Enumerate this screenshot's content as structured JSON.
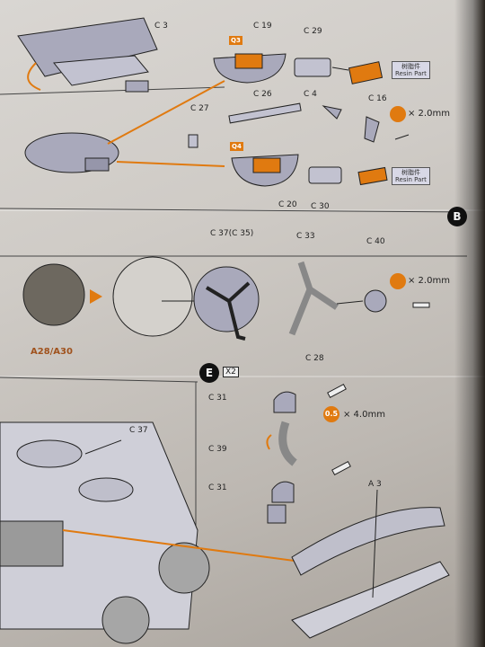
{
  "labels": {
    "c3": "C 3",
    "c19": "C 19",
    "c29": "C 29",
    "c26": "C 26",
    "c4": "C 4",
    "c16": "C 16",
    "c27": "C 27",
    "c20": "C 20",
    "c30": "C 30",
    "c37c35": "C 37(C 35)",
    "c33": "C 33",
    "c40": "C 40",
    "c28": "C 28",
    "c31a": "C 31",
    "c39": "C 39",
    "c31b": "C 31",
    "c37": "C 37",
    "a3": "A 3"
  },
  "steps": {
    "q3": "Q3",
    "q4": "Q4",
    "b": "B",
    "e": "E",
    "x2": "X2"
  },
  "wire": {
    "top_mult": "× 2.0mm",
    "mid_mult": "× 2.0mm",
    "low_mult": "× 4.0mm",
    "low_gauge": "0.5"
  },
  "resin": {
    "top_line1": "树脂件",
    "top_line2": "Resin Part",
    "bot_line1": "树脂件",
    "bot_line2": "Resin Part"
  },
  "ident": {
    "wheel_label": "A28/A30"
  },
  "colors": {
    "accent": "#e07a10",
    "line": "#222222",
    "part_fill": "#a9a9bb"
  }
}
